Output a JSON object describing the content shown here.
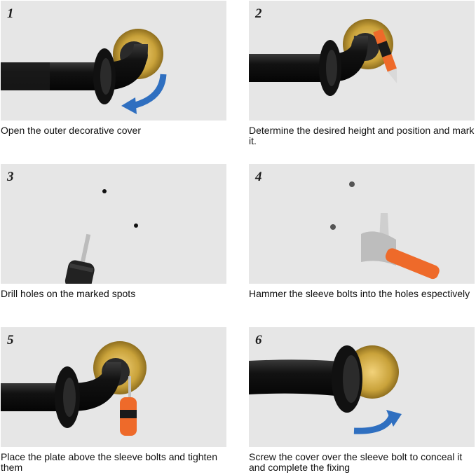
{
  "steps": [
    {
      "number": "1",
      "caption": "Open the outer decorative cover"
    },
    {
      "number": "2",
      "caption": "Determine the desired height and position and mark it."
    },
    {
      "number": "3",
      "caption": "Drill holes on the marked spots"
    },
    {
      "number": "4",
      "caption": "Hammer the sleeve bolts into the holes espectively"
    },
    {
      "number": "5",
      "caption": "Place the plate above the sleeve bolts and tighten them"
    },
    {
      "number": "6",
      "caption": "Screw the cover over the sleeve bolt to conceal it and complete the fixing"
    }
  ],
  "colors": {
    "panel_bg": "#e6e6e6",
    "gold": "#c9a23a",
    "black": "#161616",
    "arrow_blue": "#2f6fc0",
    "pencil_orange": "#ee6a2a"
  }
}
